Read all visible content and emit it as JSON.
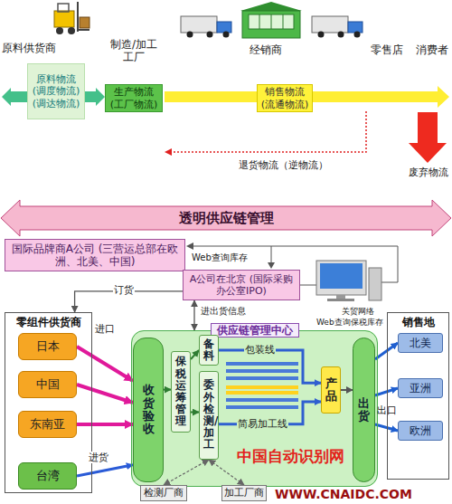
{
  "diagram": {
    "nodes": [
      {
        "text": [
          "原料物流 (调度物流) (调达物流)"
        ]
      },
      {
        "text": [
          "生产物流 (工厂物流)"
        ]
      },
      {
        "text": [
          "销售物流 (流通物流)"
        ]
      },
      {
        "text": [
          "透明供应链管理"
        ]
      },
      {
        "text": [
          "国际品牌商A公司 (三营运总部在欧洲、北美、中国)"
        ]
      },
      {
        "text": [
          "A公司在北京 (国际采购办公室IPO)"
        ]
      },
      {
        "text": [
          "零组件供货商"
        ]
      },
      {
        "text": [
          "日本"
        ],
        "in": 6
      },
      {
        "text": [
          "中国"
        ],
        "in": 6
      },
      {
        "text": [
          "东南亚"
        ],
        "in": 6
      },
      {
        "text": [
          "台湾"
        ],
        "in": 6
      },
      {
        "text": [
          "供应链管理中心"
        ]
      },
      {
        "text": [
          "收货验收"
        ],
        "in": 11
      },
      {
        "text": [
          "保税运筹管理"
        ],
        "in": 11
      },
      {
        "text": [
          "备料"
        ],
        "in": 11
      },
      {
        "text": [
          "委外检测/加工"
        ],
        "in": 11
      },
      {
        "text": [
          "产品"
        ],
        "in": 11
      },
      {
        "text": [
          "出货"
        ],
        "in": 11
      },
      {
        "text": [
          "销售地"
        ]
      },
      {
        "text": [
          "北美"
        ],
        "in": 18
      },
      {
        "text": [
          "亚洲"
        ],
        "in": 18
      },
      {
        "text": [
          "欧洲"
        ],
        "in": 18
      },
      {
        "text": [
          "检测厂商"
        ]
      },
      {
        "text": [
          "加工厂商"
        ]
      }
    ],
    "edges": [
      {
        "from": 5,
        "to": 6,
        "arrow": "to",
        "label": "订货"
      },
      {
        "from": 5,
        "to": 11,
        "arrow": "both",
        "label": "进出货信息"
      },
      {
        "from": 7,
        "to": 12,
        "arrow": "to"
      },
      {
        "from": 8,
        "to": 12,
        "arrow": "to"
      },
      {
        "from": 9,
        "to": 12,
        "arrow": "to"
      },
      {
        "from": 10,
        "to": 12,
        "arrow": "to",
        "label": "进货"
      },
      {
        "from": 12,
        "to": 13,
        "arrow": "to"
      },
      {
        "from": 13,
        "to": 14,
        "arrow": "to"
      },
      {
        "from": 13,
        "to": 15,
        "arrow": "to"
      },
      {
        "from": 14,
        "to": 16,
        "arrow": "to",
        "label": "包装线"
      },
      {
        "from": 15,
        "to": 16,
        "arrow": "to",
        "label": "简易加工线"
      },
      {
        "from": 16,
        "to": 17,
        "arrow": "to"
      },
      {
        "from": 17,
        "to": 19,
        "arrow": "to"
      },
      {
        "from": 17,
        "to": 20,
        "arrow": "to"
      },
      {
        "from": 17,
        "to": 21,
        "arrow": "to"
      },
      {
        "from": 15,
        "to": 22,
        "arrow": "both"
      },
      {
        "from": 15,
        "to": 23,
        "arrow": "both"
      }
    ],
    "labels": [
      "原料供货商",
      "制造/加工 工厂",
      "经销商",
      "零售店",
      "消费者",
      "退货物流（逆物流）",
      "废弃物流",
      "Web查询库存",
      "进口",
      "关贸网络",
      "Web查询保税库存",
      "出口",
      "中国自动识别网",
      "WWW.CNAIDC.COM"
    ]
  }
}
